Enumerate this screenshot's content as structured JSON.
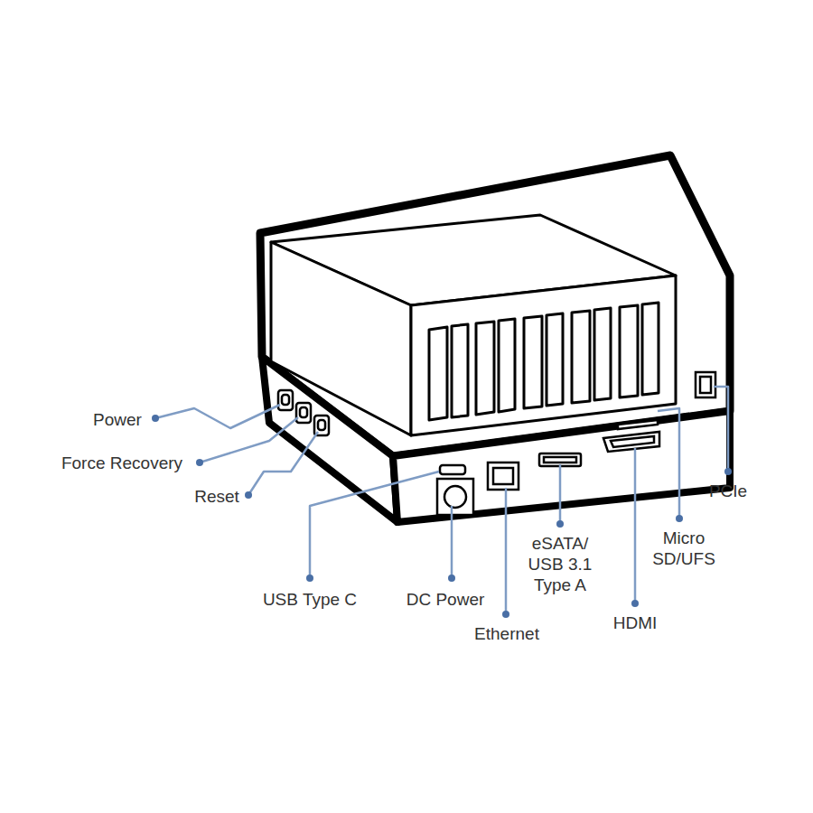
{
  "diagram": {
    "labels": [
      "Power",
      "Force Recovery",
      "Reset",
      "USB Type C",
      "DC Power",
      "Ethernet",
      "eSATA/ USB 3.1 Type A",
      "HDMI",
      "Micro SD/UFS",
      "PCIe"
    ]
  }
}
